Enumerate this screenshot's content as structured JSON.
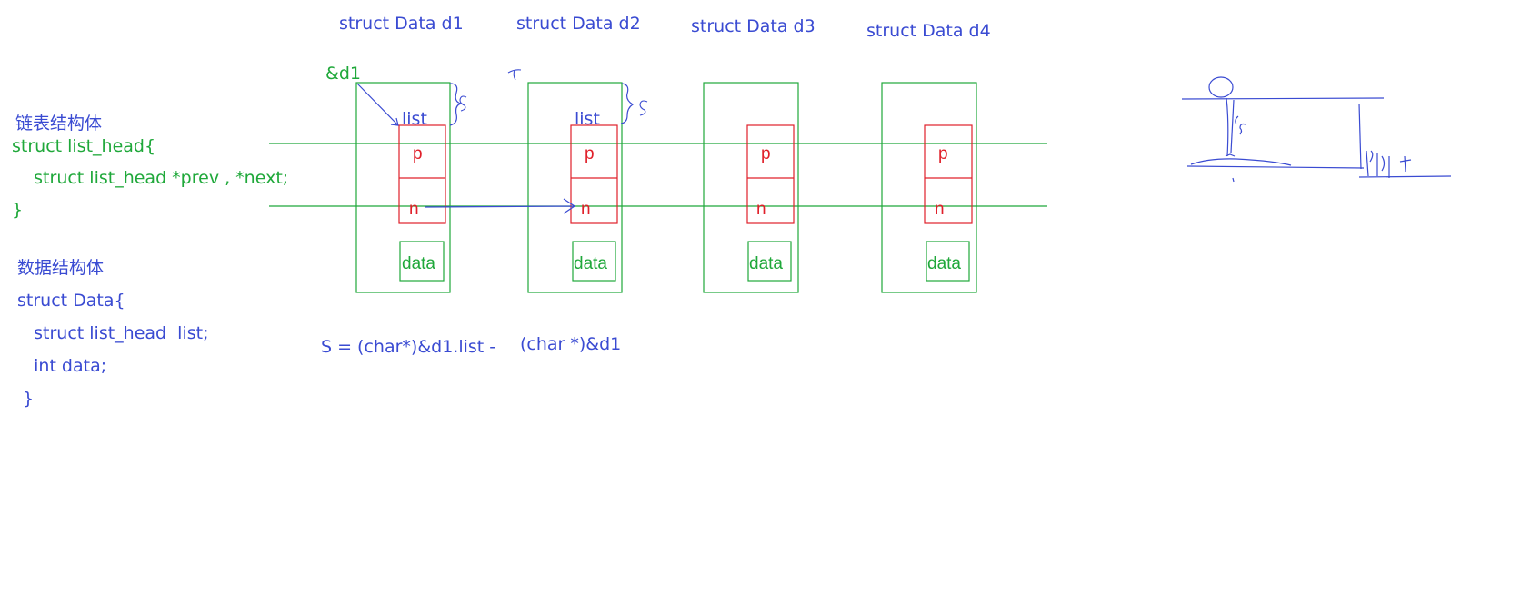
{
  "colors": {
    "blue": "#3a4bd2",
    "green": "#1fa83a",
    "red": "#e0202a"
  },
  "node_titles": [
    "struct Data d1",
    "struct Data d2",
    "struct Data d3",
    "struct Data d4"
  ],
  "annotations": {
    "d1_address": "&d1",
    "list_label_1": "list",
    "list_label_2": "list",
    "offset_formula_part1": "S = (char*)&d1.list -",
    "offset_formula_part2": "(char *)&d1"
  },
  "node_fields": {
    "prev": "p",
    "next": "n",
    "data": "data"
  },
  "code_list_head": {
    "heading": "链表结构体",
    "lines": [
      "struct list_head{",
      "    struct list_head *prev , *next;",
      "}"
    ]
  },
  "code_data": {
    "heading": "数据结构体",
    "lines": [
      "struct Data{",
      "   struct list_head  list;",
      "   int data;",
      " }"
    ]
  }
}
